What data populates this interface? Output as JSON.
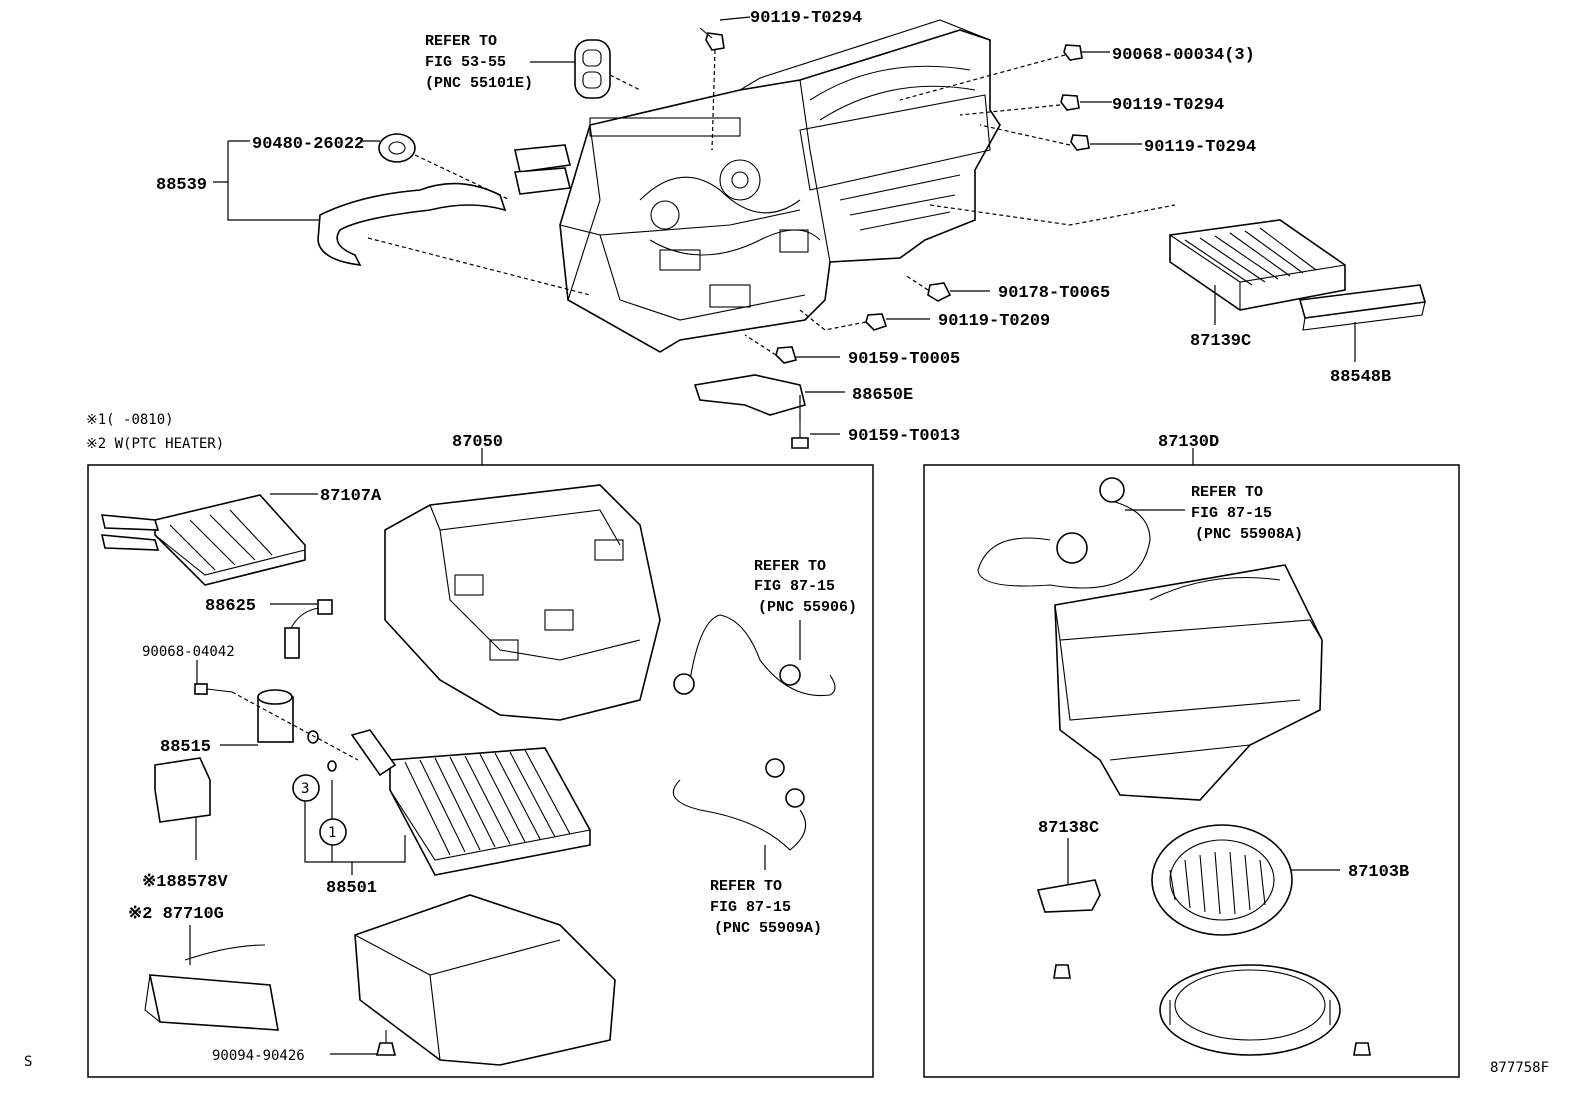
{
  "labels": {
    "p90119_top": "90119-T0294",
    "refer_5355_l1": "REFER TO",
    "refer_5355_l2": "FIG 53-55",
    "refer_5355_l3": "(PNC 55101E)",
    "p90068_00034": "90068-00034(3)",
    "p90119_r1": "90119-T0294",
    "p90119_r2": "90119-T0294",
    "p90480": "90480-26022",
    "p88539": "88539",
    "p87139c": "87139C",
    "p88548b": "88548B",
    "p90178": "90178-T0065",
    "p90119_t0209": "90119-T0209",
    "p90159_t0005": "90159-T0005",
    "p88650e": "88650E",
    "p90159_t0013": "90159-T0013",
    "note1": "※1(    -0810)",
    "note2": "※2 W(PTC HEATER)",
    "p87050": "87050",
    "p87130d": "87130D",
    "p87107a": "87107A",
    "p88625": "88625",
    "p90068_04042": "90068-04042",
    "p88515": "88515",
    "circle3": "3",
    "circle1": "1",
    "p88578v": "※188578V",
    "p88501": "88501",
    "p87710g": "※2 87710G",
    "p90094": "90094-90426",
    "refer_8715_a_l1": "REFER TO",
    "refer_8715_a_l2": "FIG 87-15",
    "refer_8715_a_l3": "(PNC 55906)",
    "refer_8715_b_l1": "REFER TO",
    "refer_8715_b_l2": "FIG 87-15",
    "refer_8715_b_l3": "(PNC 55909A)",
    "refer_8715_c_l1": "REFER TO",
    "refer_8715_c_l2": "FIG 87-15",
    "refer_8715_c_l3": "(PNC 55908A)",
    "p87138c": "87138C",
    "p87103b": "87103B",
    "corner_s": "S",
    "figure_id": "877758F"
  }
}
